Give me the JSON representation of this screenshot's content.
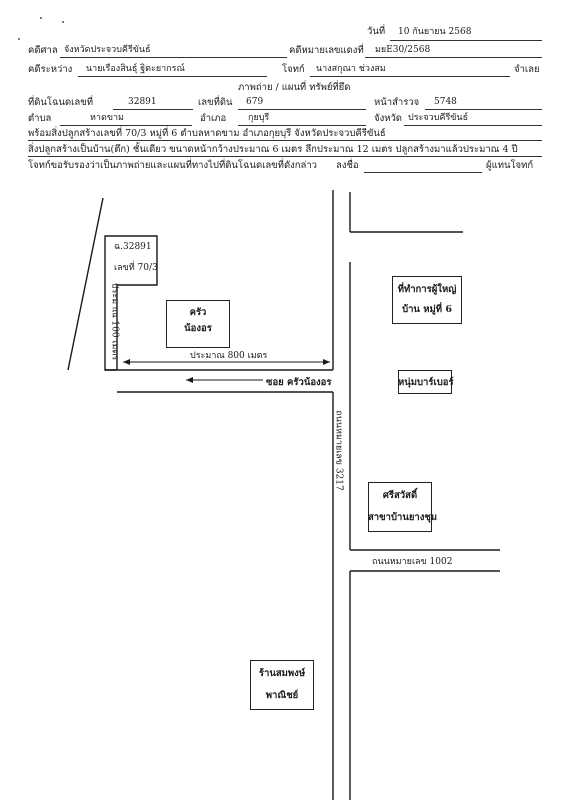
{
  "header": {
    "date_label": "วันที่",
    "date_value": "10 กันยายน 2568",
    "court_label": "คดีศาล",
    "court_value": "จังหวัดประจวบคีรีขันธ์",
    "caseno_label": "คดีหมายเลขแดงที่",
    "caseno_value": "มยE30/2568",
    "between_label": "คดีระหว่าง",
    "between_value": "นายเรืองสินธุ์ ฐิตะยากรณ์",
    "plaintiff_label": "โจทก์",
    "plaintiff_value": "นางสกุณา ช่วงสม",
    "defendant_label": "จำเลย",
    "section_title": "ภาพถ่าย / แผนที่ ทรัพย์ที่ยึด",
    "deed_label": "ที่ดินโฉนดเลขที่",
    "deed_value": "32891",
    "landno_label": "เลขที่ดิน",
    "landno_value": "679",
    "survey_label": "หน้าสำรวจ",
    "survey_value": "5748",
    "tambon_label": "ตำบล",
    "tambon_value": "หาดขาม",
    "amphoe_label": "อำเภอ",
    "amphoe_value": "กุยบุรี",
    "province_label": "จังหวัด",
    "province_value": "ประจวบคีรีขันธ์",
    "line1": "พร้อมสิ่งปลูกสร้างเลขที่ 70/3 หมู่ที่ 6 ตำบลหาดขาม อำเภอกุยบุรี จังหวัดประจวบคีรีขันธ์",
    "line2": "สิ่งปลูกสร้างเป็นบ้าน(ตึก) ชั้นเดียว ขนาดหน้ากว้างประมาณ 6 เมตร ลึกประมาณ 12 เมตร ปลูกสร้างมาแล้วประมาณ 4 ปี",
    "line3": "โจทก์ขอรับรองว่าเป็นภาพถ่ายและแผนที่ทางไปที่ดินโฉนดเลขที่ดังกล่าว",
    "sign_label": "ลงชื่อ",
    "sign_role": "ผู้แทนโจทก์"
  },
  "map": {
    "deed_box_line1": "ฉ.32891",
    "deed_box_line2": "เลขที่ 70/3",
    "side_distance": "ประมาณ 100 เมตร",
    "kitchen_line1": "ครัว",
    "kitchen_line2": "น้องอร",
    "distance_label": "ประมาณ 800 เมตร",
    "soi_label": "ซอย ครัวน้องอร",
    "headman_line1": "ที่ทำการผู้ใหญ่",
    "headman_line2": "บ้าน หมู่ที่ 6",
    "burger_label": "หนุ่มบาร์เบอร์",
    "road_3217": "ถนนหมายเลข 3217",
    "srisawat_line1": "ศรีสวัสดิ์",
    "srisawat_line2": "สาขาบ้านยางชุม",
    "road_1002": "ถนนหมายเลข 1002",
    "shop_line1": "ร้านสมพงษ์",
    "shop_line2": "พาณิชย์"
  }
}
